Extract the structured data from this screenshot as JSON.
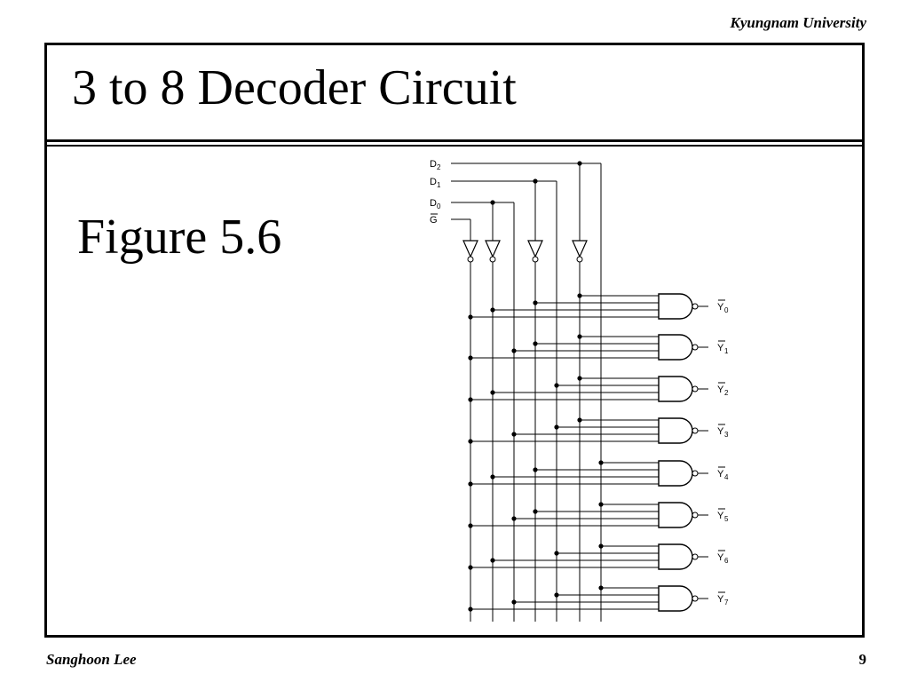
{
  "header": {
    "university": "Kyungnam University"
  },
  "slide": {
    "title": "3 to 8 Decoder Circuit",
    "figure_label": "Figure 5.6"
  },
  "circuit": {
    "inputs": [
      {
        "letter": "D",
        "sub": "2",
        "bar": false
      },
      {
        "letter": "D",
        "sub": "1",
        "bar": false
      },
      {
        "letter": "D",
        "sub": "0",
        "bar": false
      },
      {
        "letter": "G",
        "sub": "",
        "bar": true
      }
    ],
    "outputs": [
      {
        "letter": "Y",
        "sub": "0"
      },
      {
        "letter": "Y",
        "sub": "1"
      },
      {
        "letter": "Y",
        "sub": "2"
      },
      {
        "letter": "Y",
        "sub": "3"
      },
      {
        "letter": "Y",
        "sub": "4"
      },
      {
        "letter": "Y",
        "sub": "5"
      },
      {
        "letter": "Y",
        "sub": "6"
      },
      {
        "letter": "Y",
        "sub": "7"
      }
    ]
  },
  "footer": {
    "author": "Sanghoon Lee",
    "page": "9"
  }
}
